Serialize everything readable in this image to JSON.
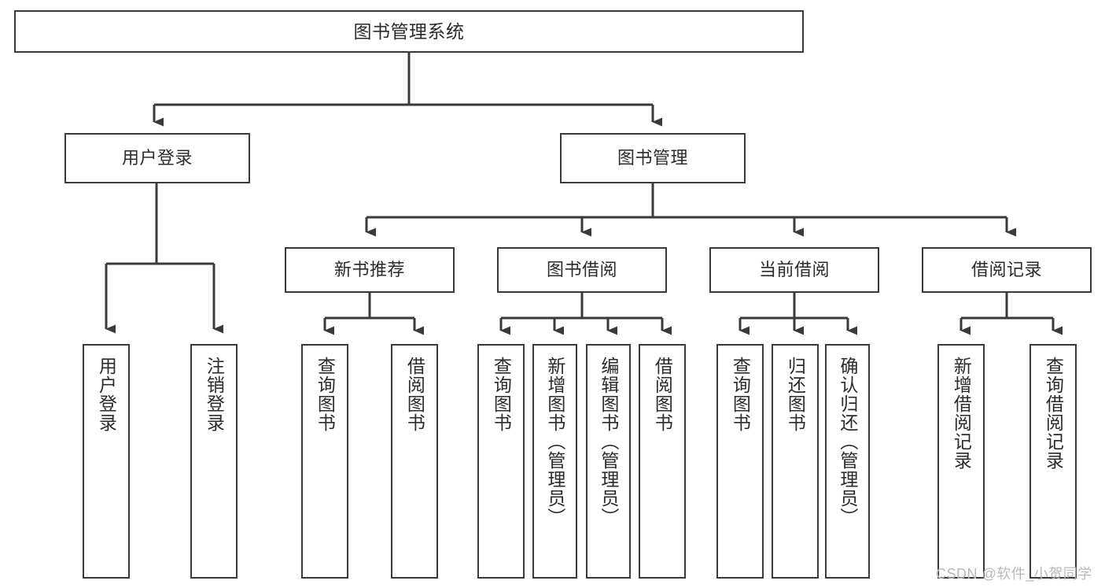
{
  "diagram": {
    "title": "图书管理系统",
    "type": "tree",
    "colors": {
      "stroke": "#3a3a3a",
      "fill": "#ffffff",
      "text": "#2b2b2b",
      "watermark": "#b9b9b9"
    },
    "root": {
      "label": "图书管理系统"
    },
    "level2": [
      {
        "label": "用户登录"
      },
      {
        "label": "图书管理"
      }
    ],
    "level3": [
      {
        "label": "新书推荐"
      },
      {
        "label": "图书借阅"
      },
      {
        "label": "当前借阅"
      },
      {
        "label": "借阅记录"
      }
    ],
    "leaves": {
      "user_login": [
        {
          "label": "用户登录"
        },
        {
          "label": "注销登录"
        }
      ],
      "new_book": [
        {
          "label": "查询图书"
        },
        {
          "label": "借阅图书"
        }
      ],
      "borrow_book": [
        {
          "label": "查询图书"
        },
        {
          "label": "新增图书（管理员）"
        },
        {
          "label": "编辑图书（管理员）"
        },
        {
          "label": "借阅图书"
        }
      ],
      "current_borrow": [
        {
          "label": "查询图书"
        },
        {
          "label": "归还图书"
        },
        {
          "label": "确认归还（管理员）"
        }
      ],
      "borrow_record": [
        {
          "label": "新增借阅记录"
        },
        {
          "label": "查询借阅记录"
        }
      ]
    }
  },
  "watermark": {
    "text": "CSDN @软件_小贺同学"
  }
}
